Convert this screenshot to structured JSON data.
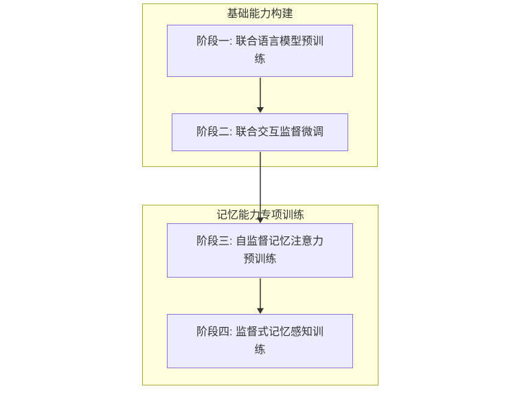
{
  "diagram": {
    "type": "flowchart",
    "clusters": [
      {
        "title": "基础能力构建",
        "nodes": [
          {
            "label": "阶段一: 联合语言模型预训\n练"
          },
          {
            "label": "阶段二: 联合交互监督微调"
          }
        ]
      },
      {
        "title": "记忆能力专项训练",
        "nodes": [
          {
            "label": "阶段三: 自监督记忆注意力\n预训练"
          },
          {
            "label": "阶段四: 监督式记忆感知训\n练"
          }
        ]
      }
    ],
    "edges": [
      {
        "from": "阶段一: 联合语言模型预训练",
        "to": "阶段二: 联合交互监督微调"
      },
      {
        "from": "阶段二: 联合交互监督微调",
        "to": "阶段三: 自监督记忆注意力预训练"
      },
      {
        "from": "阶段三: 自监督记忆注意力预训练",
        "to": "阶段四: 监督式记忆感知训练"
      }
    ],
    "colors": {
      "cluster_fill": "#ffffde",
      "cluster_border": "#aaaa33",
      "node_fill": "#ececff",
      "node_border": "#9370db",
      "edge": "#333333",
      "text": "#333333",
      "page_bg": "#ffffff"
    }
  }
}
